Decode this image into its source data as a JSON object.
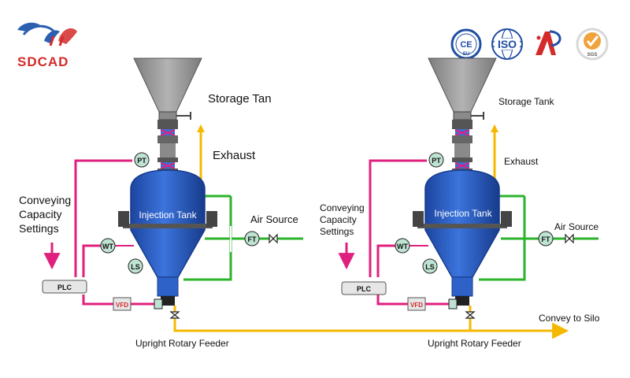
{
  "brand": {
    "name": "SDCAD"
  },
  "certifications": [
    {
      "icon": "ce-eu-icon",
      "label": "CE",
      "sublabel": "EU"
    },
    {
      "icon": "iso-icon",
      "label": "ISO"
    },
    {
      "icon": "ap-logo-icon",
      "label": "AP"
    },
    {
      "icon": "sgs-icon",
      "label": "SGS"
    }
  ],
  "colors": {
    "tank": "#2f62c9",
    "pipe_yellow": "#f5b800",
    "pipe_green": "#2bb32b",
    "pipe_magenta": "#e0207e",
    "hopper": "#9a9a9a",
    "instrument": "#bfe3d3",
    "brand_red": "#d42a2a"
  },
  "systems": [
    {
      "storage_label": "Storage Tan",
      "exhaust_label": "Exhaust",
      "tank_label": "Injection Tank",
      "air_label": "Air Source",
      "settings_label": [
        "Conveying",
        "Capacity",
        "Settings"
      ],
      "feeder_label": "Upright Rotary Feeder",
      "instruments": {
        "pt": "PT",
        "wt": "WT",
        "ls": "LS",
        "ft": "FT"
      },
      "plc": "PLC",
      "vfd": "VFD"
    },
    {
      "storage_label": "Storage Tank",
      "exhaust_label": "Exhaust",
      "tank_label": "Injection Tank",
      "air_label": "Air Source",
      "settings_label": [
        "Conveying",
        "Capacity",
        "Settings"
      ],
      "feeder_label": "Upright Rotary Feeder",
      "instruments": {
        "pt": "PT",
        "wt": "WT",
        "ls": "LS",
        "ft": "FT"
      },
      "plc": "PLC",
      "vfd": "VFD"
    }
  ],
  "convey_label": "Convey to Silo"
}
